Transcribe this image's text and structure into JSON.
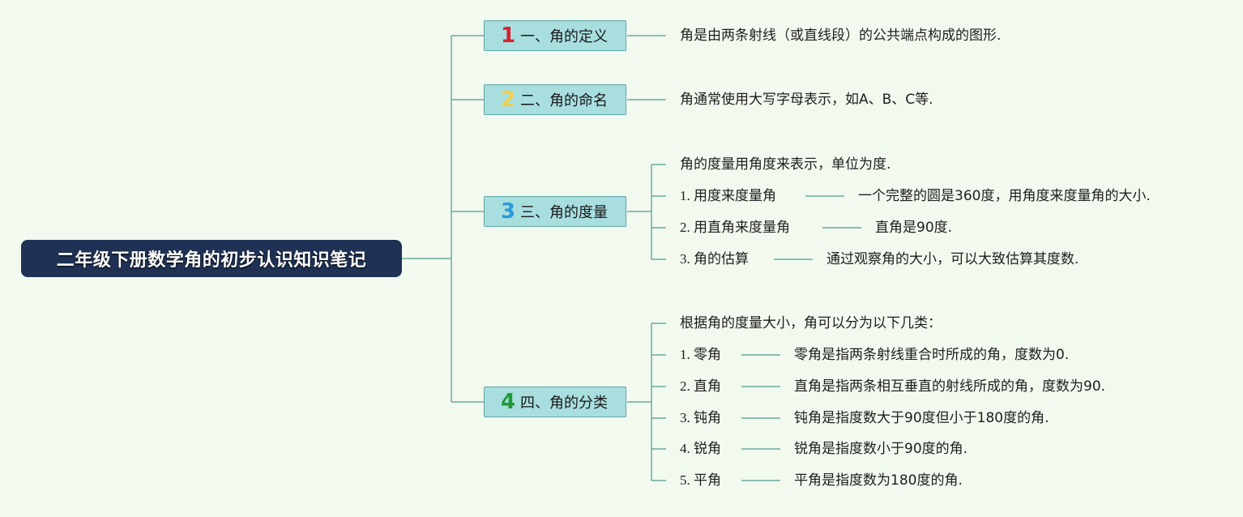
{
  "root": {
    "title": "二年级下册数学角的初步认识知识笔记"
  },
  "branches": [
    {
      "number": "1",
      "number_color": "#d9202f",
      "label": "一、角的定义",
      "items": [
        {
          "text": "角是由两条射线（或直线段）的公共端点构成的图形."
        }
      ]
    },
    {
      "number": "2",
      "number_color": "#f2cf48",
      "label": "二、角的命名",
      "items": [
        {
          "text": "角通常使用大写字母表示，如A、B、C等."
        }
      ]
    },
    {
      "number": "3",
      "number_color": "#2a9ad8",
      "label": "三、角的度量",
      "items": [
        {
          "text": "角的度量用角度来表示，单位为度."
        },
        {
          "label": "1. 用度来度量角",
          "text": "一个完整的圆是360度，用角度来度量角的大小."
        },
        {
          "label": "2. 用直角来度量角",
          "text": "直角是90度."
        },
        {
          "label": "3. 角的估算",
          "text": "通过观察角的大小，可以大致估算其度数."
        }
      ]
    },
    {
      "number": "4",
      "number_color": "#1e9a36",
      "label": "四、角的分类",
      "items": [
        {
          "text": "根据角的度量大小，角可以分为以下几类："
        },
        {
          "label": "1. 零角",
          "text": "零角是指两条射线重合时所成的角，度数为0."
        },
        {
          "label": "2. 直角",
          "text": "直角是指两条相互垂直的射线所成的角，度数为90."
        },
        {
          "label": "3. 钝角",
          "text": "钝角是指度数大于90度但小于180度的角."
        },
        {
          "label": "4. 锐角",
          "text": "锐角是指度数小于90度的角."
        },
        {
          "label": "5. 平角",
          "text": "平角是指度数为180度的角."
        }
      ]
    }
  ],
  "colors": {
    "connector": "#4e9a8c",
    "root_bg": "#1f3255",
    "branch_bg": "#a9dedf"
  }
}
